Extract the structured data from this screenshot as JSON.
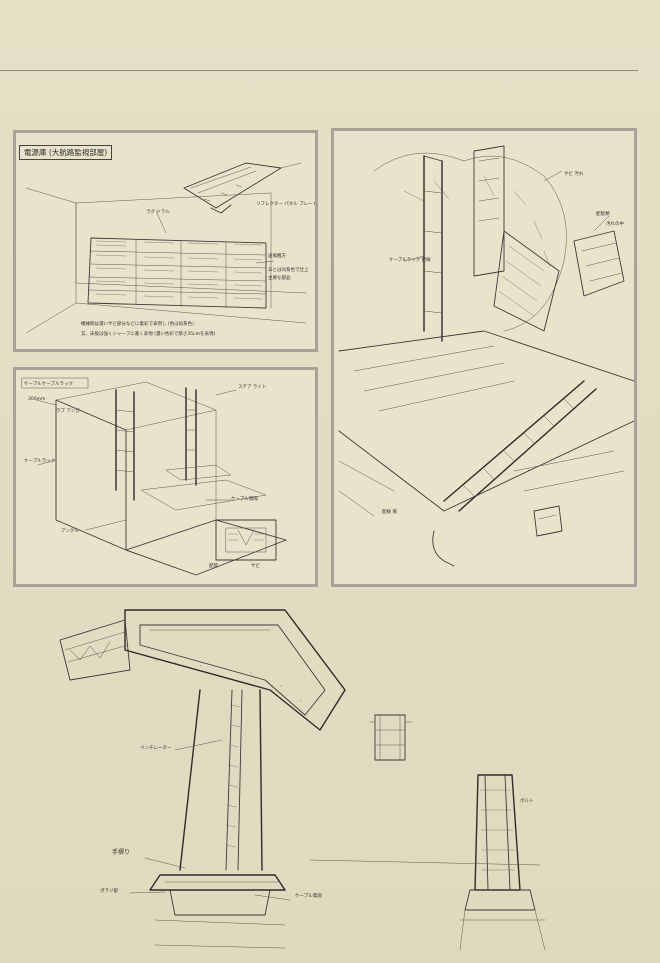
{
  "panel_1": {
    "title": "電源庫 (大航路監視部屋)",
    "note_line_1": "機械側は濃いサビ部分などに着彩で表現し (色は同系色)",
    "note_line_2": "又、床板は強くシャープに書く表現 (濃い色彩で厚さ35cmを表現)",
    "label_top": "ラグ ドラル",
    "label_plate": "リフレクター パネル プレート",
    "label_right_1": "送風機方",
    "label_right_2": "あとは同系色で仕上",
    "label_right_3": "主要な部品"
  },
  "panel_2": {
    "header": "ケーブルケーブルラック",
    "label_a": "300mm",
    "label_b": "ラブ アンガ",
    "label_c": "ケーブルラック",
    "label_d": "アングル",
    "label_e": "ステア ライト",
    "label_f": "ケーブル間隔",
    "label_g": "サビ",
    "label_h": "配管"
  },
  "panel_3": {
    "label_a": "サビ 汚れ",
    "label_b": "配管類",
    "label_c": "汚れの中",
    "label_d": "ケーブルラック 配線",
    "label_e": "配線 場"
  },
  "bottom": {
    "label_rail": "ベンチレーター",
    "label_left_1": "手摺り",
    "label_left_2": "ポラリ部",
    "label_base": "ケーブル電源",
    "label_right": "ボルト"
  }
}
